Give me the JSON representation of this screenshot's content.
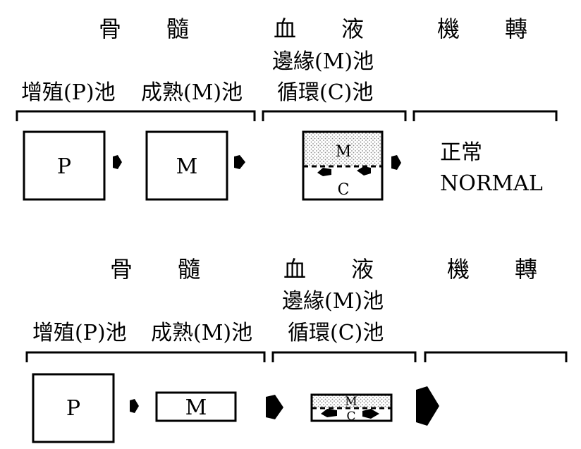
{
  "normal": {
    "header": {
      "bone_marrow": "骨　　髓",
      "blood": "血　　液",
      "tissue": "機　　轉"
    },
    "marginal_pool": "邊緣(M)池",
    "proliferation_pool": "增殖(P)池",
    "maturation_pool": "成熟(M)池",
    "circulating_pool": "循環(C)池",
    "box_p": "P",
    "box_m": "M",
    "blood_m": "M",
    "blood_c": "C",
    "status_cn": "正常",
    "status_en": "NORMAL"
  },
  "abnormal": {
    "header": {
      "bone_marrow": "骨　　髓",
      "blood": "血　　液",
      "tissue": "機　　轉"
    },
    "marginal_pool": "邊緣(M)池",
    "proliferation_pool": "增殖(P)池",
    "maturation_pool": "成熟(M)池",
    "circulating_pool": "循環(C)池",
    "box_p": "P",
    "box_m": "M",
    "blood_m": "M",
    "blood_c": "C"
  },
  "colors": {
    "stroke": "#000000",
    "background": "#ffffff",
    "stipple": "#9a9a9a"
  }
}
